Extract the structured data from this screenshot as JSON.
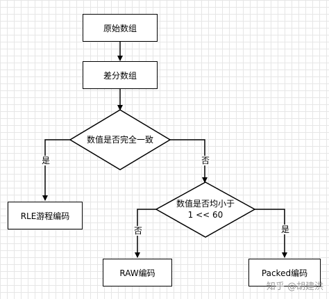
{
  "nodes": {
    "original_array": "原始数组",
    "diff_array": "差分数组",
    "all_same_question": "数值是否完全一致",
    "rle_encoding": "RLE游程编码",
    "less_than_question_line1": "数值是否均小于",
    "less_than_question_line2": "1 << 60",
    "raw_encoding": "RAW编码",
    "packed_encoding": "Packed编码"
  },
  "edge_labels": {
    "all_same_yes": "是",
    "all_same_no": "否",
    "less_than_no": "否",
    "less_than_yes": "是"
  },
  "watermark": "知乎 @胡建洪",
  "colors": {
    "stroke": "#000000",
    "grid": "#e6e6e6",
    "watermark": "#9a9a9a"
  }
}
